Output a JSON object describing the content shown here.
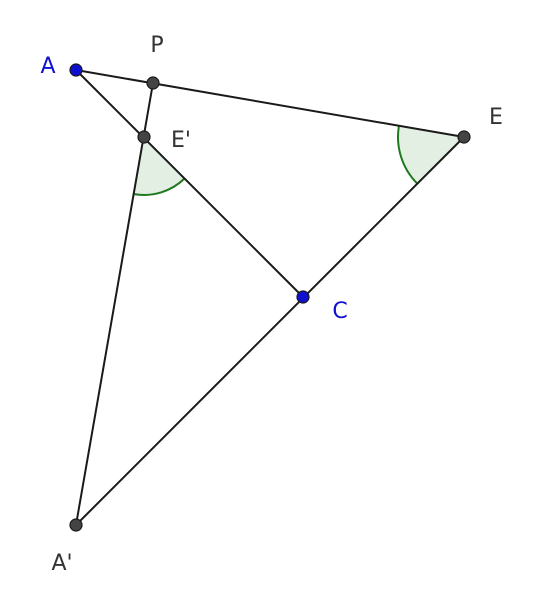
{
  "colors": {
    "free_point": "#1010d0",
    "dependent_point": "#444444",
    "angle_fill": "#e3efe3",
    "angle_edge": "#1f7a1f",
    "segment": "#1a1a1a"
  },
  "points": [
    {
      "id": "A",
      "label": "A",
      "kind": "free"
    },
    {
      "id": "P",
      "label": "P",
      "kind": "dependent"
    },
    {
      "id": "E",
      "label": "E",
      "kind": "dependent"
    },
    {
      "id": "E1",
      "label": "E'",
      "kind": "dependent"
    },
    {
      "id": "C",
      "label": "C",
      "kind": "free"
    },
    {
      "id": "A1",
      "label": "A'",
      "kind": "dependent"
    }
  ],
  "segments": [
    [
      "A",
      "E"
    ],
    [
      "A",
      "C"
    ],
    [
      "P",
      "A1"
    ],
    [
      "A1",
      "E"
    ]
  ],
  "angles": [
    {
      "vertex": "E",
      "from": "A",
      "to": "A1"
    },
    {
      "vertex": "E1",
      "from": "C",
      "to": "A1"
    }
  ]
}
